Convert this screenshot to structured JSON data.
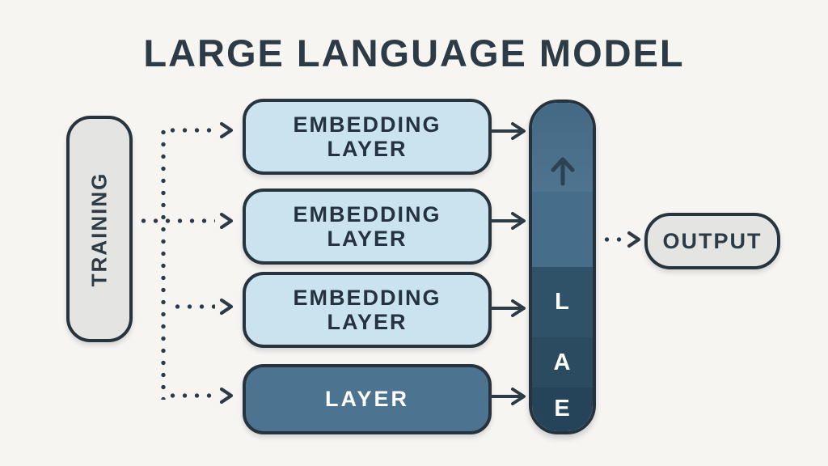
{
  "title": "LARGE LANGUAGE MODEL",
  "training_box": {
    "label": "TRAINING"
  },
  "embedding_boxes": [
    {
      "line1": "EMBEDDING",
      "line2": "LAYER"
    },
    {
      "line1": "EMBEDDING",
      "line2": "LAYER"
    },
    {
      "line1": "EMBEDDING",
      "line2": "LAYER"
    }
  ],
  "layer_box": {
    "label": "LAYER"
  },
  "column": {
    "icon": "up-arrow-icon",
    "letters": [
      "L",
      "A",
      "E"
    ]
  },
  "output_box": {
    "label": "OUTPUT"
  },
  "colors": {
    "background": "#f7f5f2",
    "ink": "#2d3b47",
    "embedding_fill": "#cae3ef",
    "layer_fill": "#4c7490",
    "neutral_fill": "#e4e5e3",
    "column_segment_top": "#4a6f8b",
    "column_segment_2": "#466d8a",
    "column_segment_l": "#2f5268",
    "column_segment_a": "#2b4b61",
    "column_segment_e": "#254459",
    "column_letter_color": "#ffffff"
  }
}
